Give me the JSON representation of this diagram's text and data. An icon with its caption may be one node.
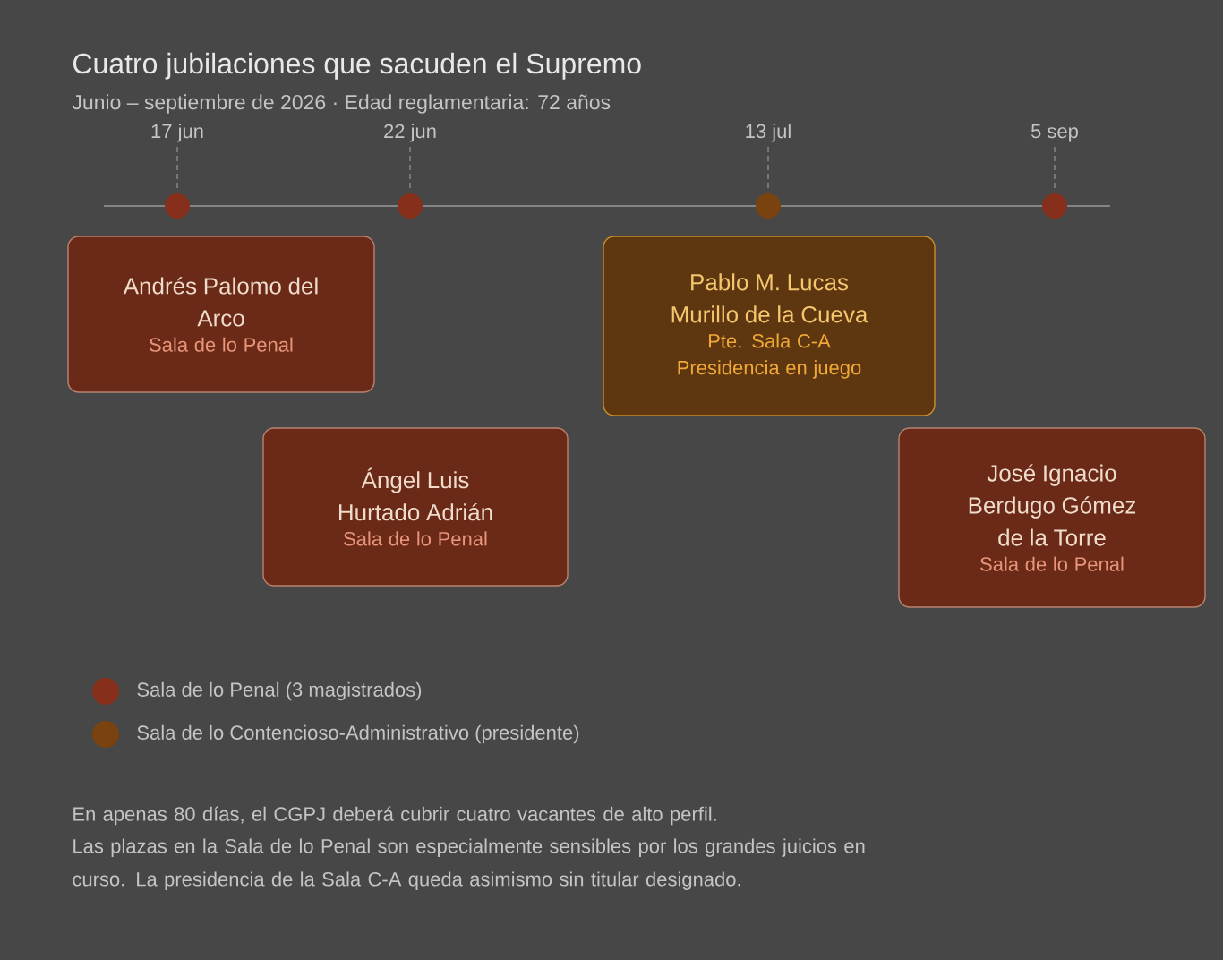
{
  "diagram": {
    "title": "Cuatro jubilaciones que sacuden el Supremo",
    "caption": "Junio – septiembre de 2026 · Edad reglamentaria: 72 años",
    "nodes": [
      {
        "text": [],
        "shape": "circle",
        "beside": [
          "17 jun"
        ]
      },
      {
        "text": [],
        "shape": "circle",
        "beside": [
          "22 jun"
        ]
      },
      {
        "text": [],
        "shape": "circle",
        "beside": [
          "13 jul"
        ]
      },
      {
        "text": [],
        "shape": "circle",
        "beside": [
          "5 sep"
        ]
      },
      {
        "text": [
          "Andrés Palomo del Arco",
          "Sala de lo Penal"
        ]
      },
      {
        "text": [
          "Ángel Luis Hurtado Adrián",
          "Sala de lo Penal"
        ]
      },
      {
        "text": [
          "Pablo M. Lucas Murillo de la Cueva",
          "Pte. Sala C-A",
          "Presidencia en juego"
        ]
      },
      {
        "text": [
          "José Ignacio Berdugo Gómez de la Torre",
          "Sala de lo Penal"
        ]
      }
    ],
    "labels": [
      "En apenas 80 días, el CGPJ deberá cubrir cuatro vacantes de alto perfil.",
      "Las plazas en la Sala de lo Penal son especialmente sensibles por los grandes juicios en curso. La presidencia de la Sala C-A queda asimismo sin titular designado."
    ],
    "legend": [
      {
        "text": "Sala de lo Penal (3 magistrados)",
        "color": "#86301c"
      },
      {
        "text": "Sala de lo Contencioso-Administrativo (presidente)",
        "color": "#7a420f"
      }
    ]
  }
}
